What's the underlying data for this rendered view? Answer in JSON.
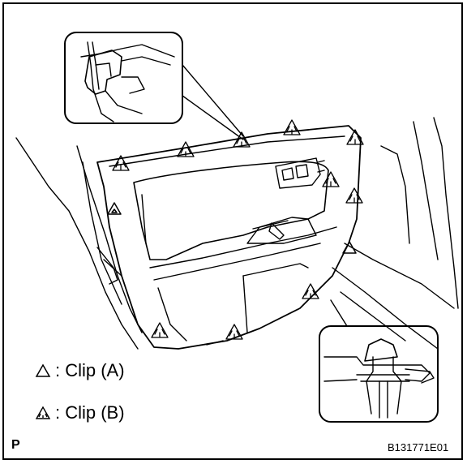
{
  "legend": {
    "clip_a": ": Clip (A)",
    "clip_b": ": Clip (B)"
  },
  "figure_code": "B131771E01",
  "page_marker": "P",
  "colors": {
    "line": "#000000",
    "background": "#ffffff"
  }
}
